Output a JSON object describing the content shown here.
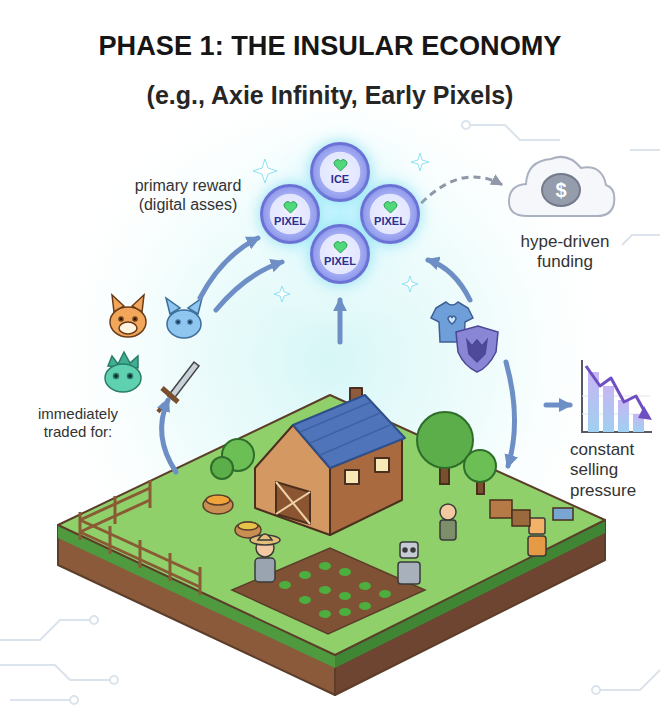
{
  "diagram": {
    "title": "PHASE 1: THE INSULAR ECONOMY",
    "nodes": [
      {
        "text": [
          "ICE"
        ]
      },
      {
        "text": [
          "PIXEL"
        ]
      },
      {
        "text": [
          "PIXEL"
        ]
      },
      {
        "text": [
          "PIXEL"
        ]
      },
      {
        "text": [
          "$"
        ]
      }
    ],
    "edges": [
      {
        "from": 2,
        "to": 4,
        "arrow": "to"
      }
    ],
    "labels": [
      "(e.g., Axie Infinity, Early Pixels)",
      "primary reward (digital asses)",
      "hype-driven funding",
      "immediately traded for:",
      "constant selling pressure"
    ]
  }
}
